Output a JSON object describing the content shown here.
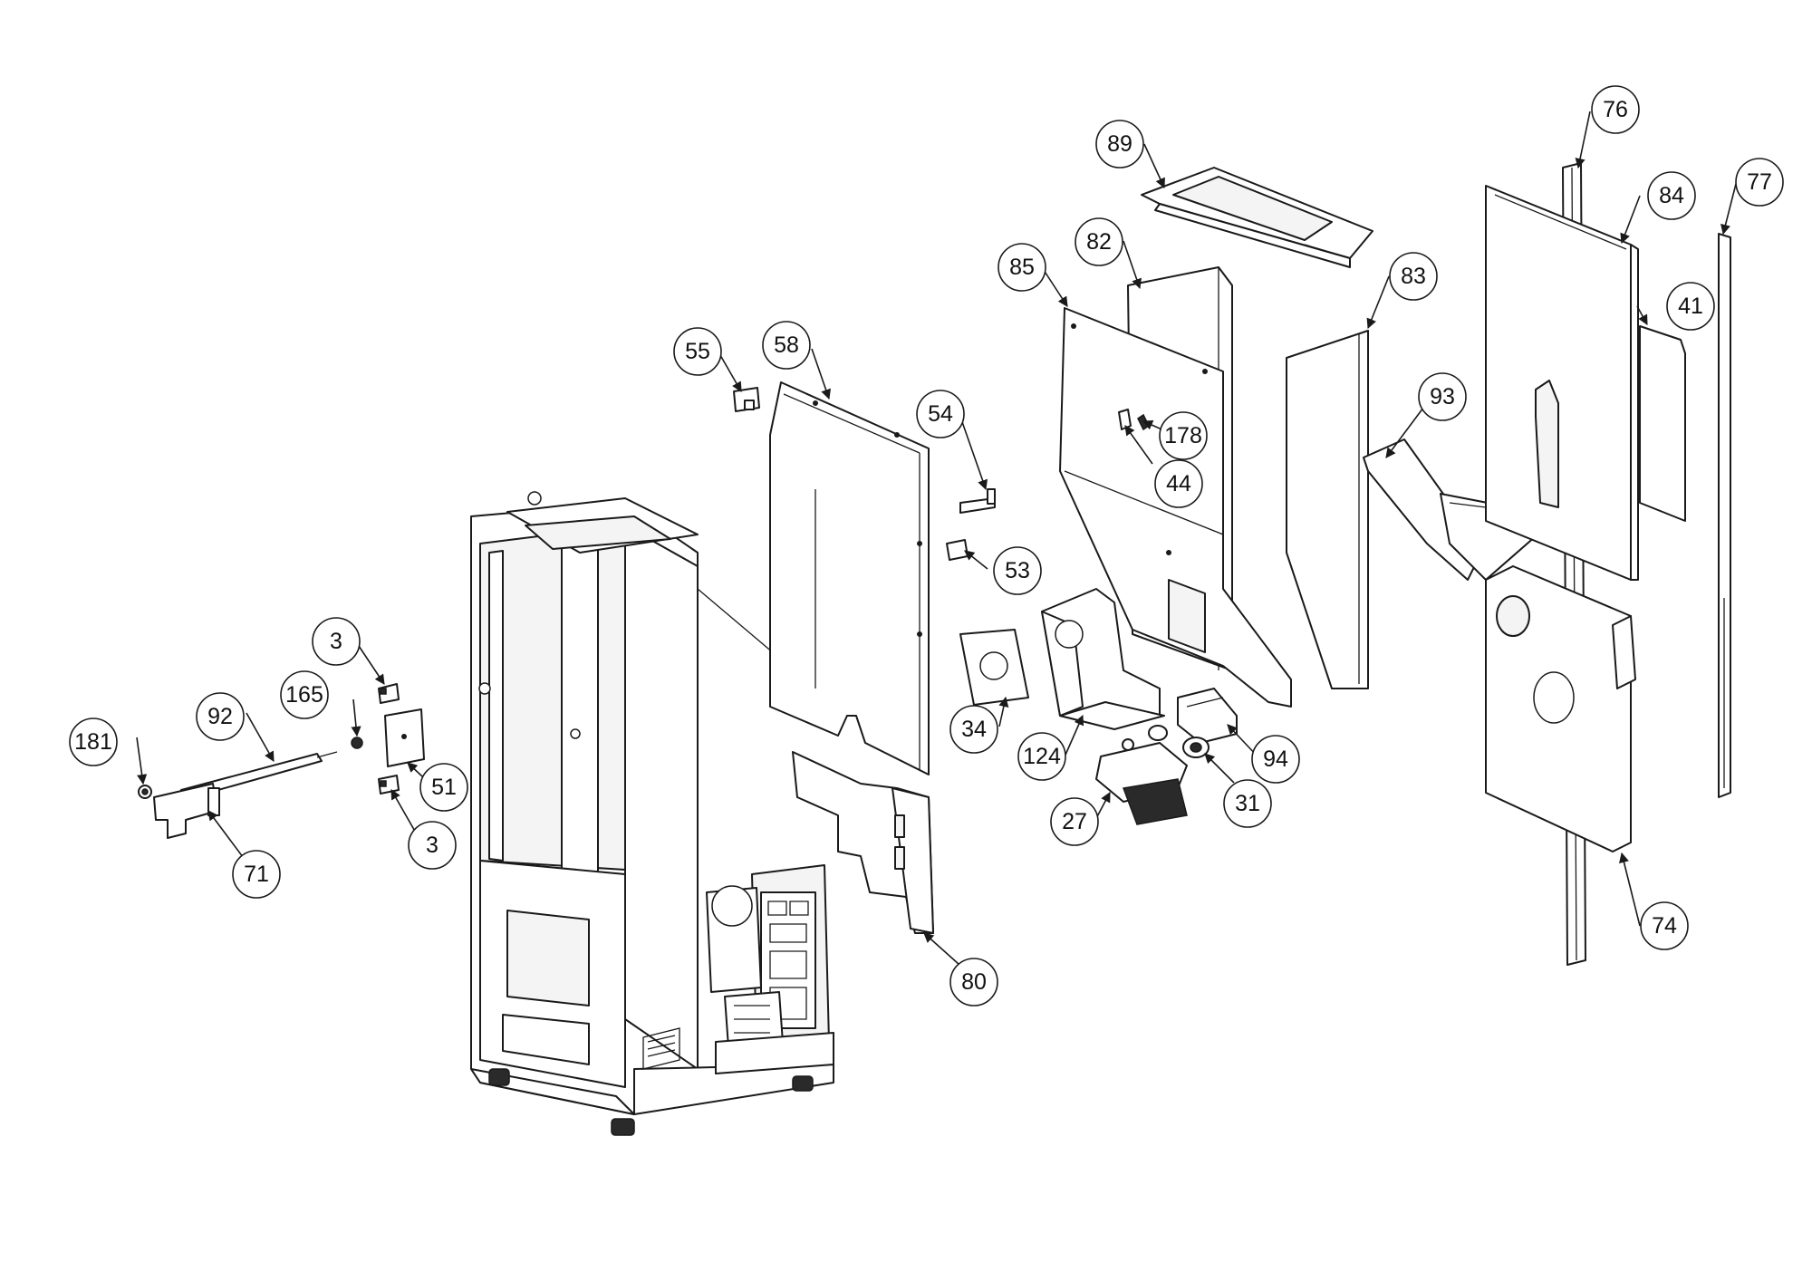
{
  "diagram": {
    "callouts": [
      "3",
      "3",
      "27",
      "31",
      "34",
      "41",
      "44",
      "51",
      "53",
      "54",
      "55",
      "58",
      "71",
      "74",
      "76",
      "77",
      "80",
      "82",
      "83",
      "84",
      "85",
      "89",
      "92",
      "93",
      "94",
      "124",
      "165",
      "178",
      "181"
    ]
  }
}
